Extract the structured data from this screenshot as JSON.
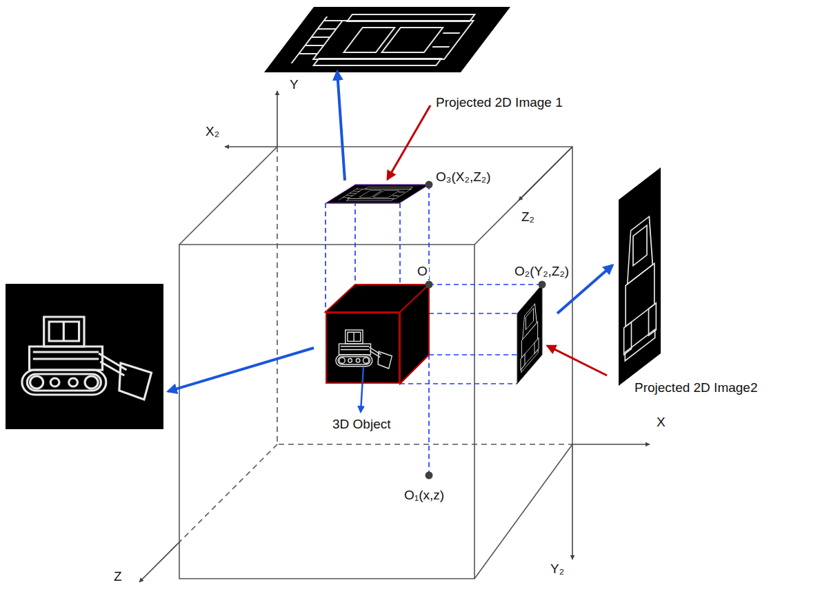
{
  "diagram": {
    "nodes": [
      {
        "text": [
          "3D Object"
        ]
      }
    ],
    "labels": [
      "Y",
      "X₂",
      "Projected 2D Image 1",
      "O₃(X₂,Z₂)",
      "Z₂",
      "O",
      "O₂(Y₂,Z₂)",
      "Projected 2D Image2",
      "X",
      "O₁(x,z)",
      "Y₂",
      "Z"
    ]
  }
}
